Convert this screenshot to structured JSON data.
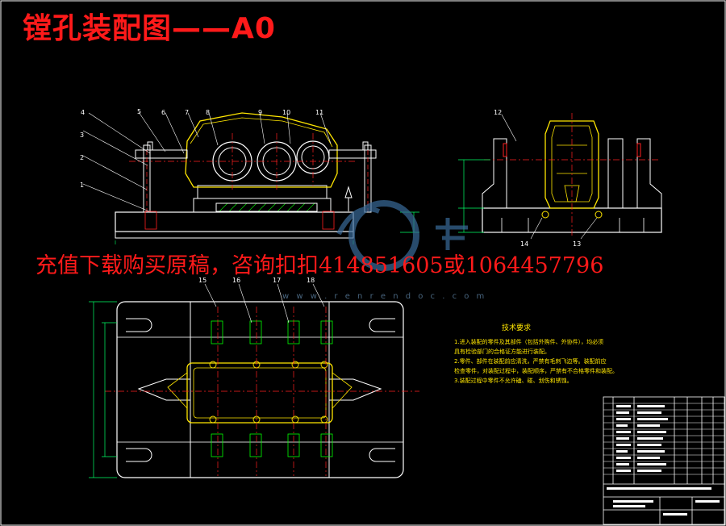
{
  "title": "镗孔装配图——A0",
  "banner": "充值下载购买原稿，咨询扣扣414851605或1064457796",
  "watermark_text": "w w w . r e n r e n d o c . c o m",
  "tech_requirements": {
    "title": "技术要求",
    "lines": [
      "1.进入装配的零件及其部件（包括外购件、外协件），均必须",
      "具有检验部门的合格证方能进行装配。",
      "2.零件、部件在装配前应清洗，严禁有毛刺飞边等。装配前应",
      "检查零件，对装配过程中，装配顺序，严禁有不合格零件和装配。",
      "3.装配过程中零件不允许磕、碰、划伤和锈蚀。"
    ]
  },
  "part_labels_top": [
    "4",
    "5",
    "6",
    "7",
    "8",
    "9",
    "10",
    "11",
    "3",
    "2",
    "1"
  ],
  "part_labels_side": [
    "12",
    "14",
    "13"
  ],
  "part_labels_plan": [
    "15",
    "16",
    "17",
    "18"
  ],
  "colors": {
    "background": "#000000",
    "outline": "#ffffff",
    "centerline": "#ff2020",
    "dimension": "#00ff66",
    "part": "#ffe600",
    "hatch": "#00ff00",
    "title_red": "#ff1a1a",
    "watermark": "#3a6b9a"
  }
}
